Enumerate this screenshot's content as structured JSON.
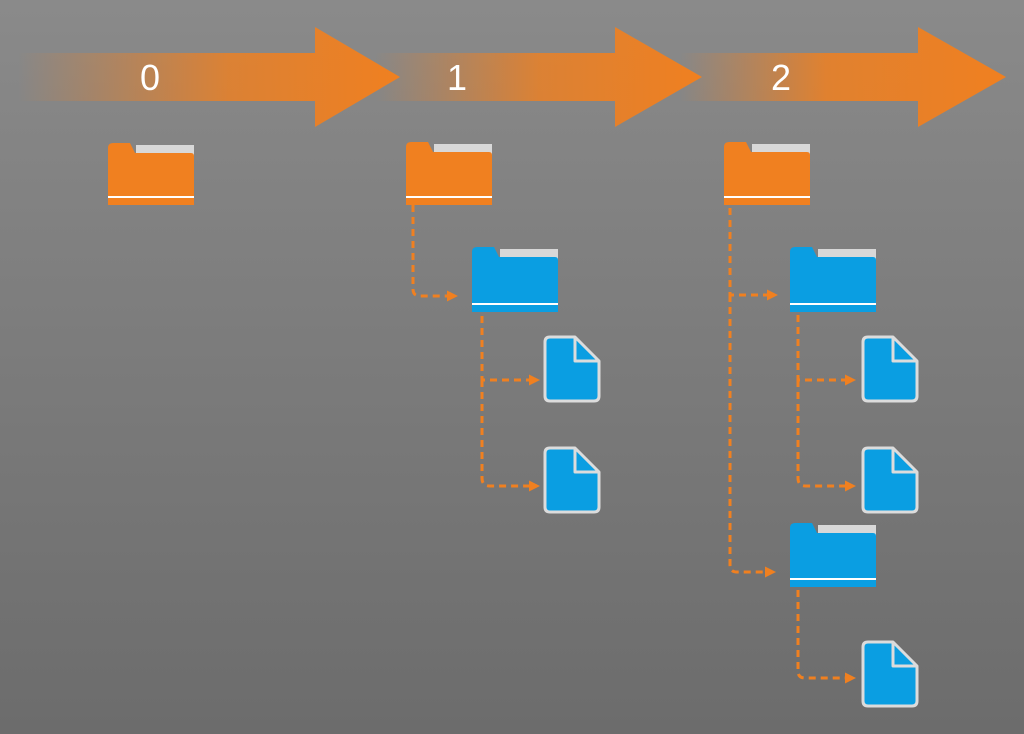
{
  "colors": {
    "accent": "#f08020",
    "folder_root": "#f08020",
    "folder_child": "#0a9ee2",
    "file": "#0a9ee2",
    "connector": "#f08020"
  },
  "steps": [
    {
      "label": "0",
      "icon": "folder-icon",
      "children": []
    },
    {
      "label": "1",
      "icon": "folder-icon",
      "children": [
        {
          "icon": "folder-icon",
          "children": [
            {
              "icon": "file-icon"
            },
            {
              "icon": "file-icon"
            }
          ]
        }
      ]
    },
    {
      "label": "2",
      "icon": "folder-icon",
      "children": [
        {
          "icon": "folder-icon",
          "children": [
            {
              "icon": "file-icon"
            },
            {
              "icon": "file-icon"
            }
          ]
        },
        {
          "icon": "folder-icon",
          "children": [
            {
              "icon": "file-icon"
            }
          ]
        }
      ]
    }
  ]
}
